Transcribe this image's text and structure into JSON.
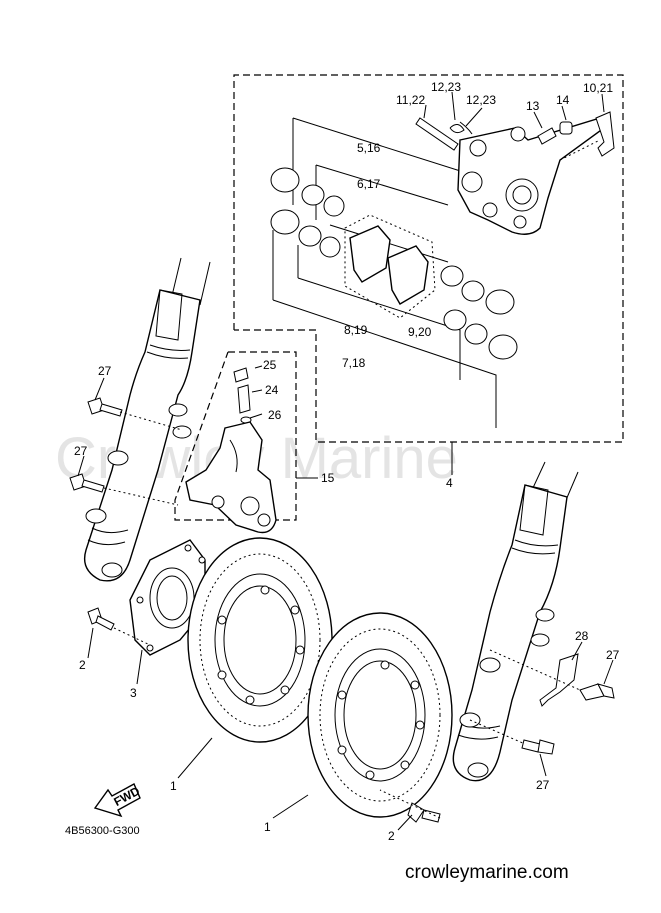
{
  "watermark": "Crowley Marine",
  "drawing_code": "4B56300-G300",
  "website": "crowleymarine.com",
  "fwd_label": "FWD",
  "callouts": {
    "c_12_23a": "12,23",
    "c_11_22": "11,22",
    "c_12_23b": "12,23",
    "c_13": "13",
    "c_14": "14",
    "c_10_21": "10,21",
    "c_5_16": "5,16",
    "c_6_17": "6,17",
    "c_8_19": "8,19",
    "c_7_18": "7,18",
    "c_9_20": "9,20",
    "c_25": "25",
    "c_24": "24",
    "c_26": "26",
    "c_15": "15",
    "c_4": "4",
    "c_27a": "27",
    "c_27b": "27",
    "c_2a": "2",
    "c_3": "3",
    "c_1a": "1",
    "c_1b": "1",
    "c_2b": "2",
    "c_28": "28",
    "c_27c": "27",
    "c_27d": "27"
  }
}
